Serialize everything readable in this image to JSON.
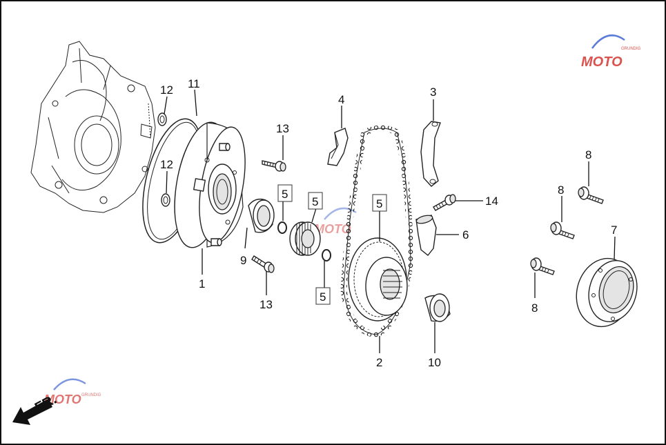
{
  "colors": {
    "line": "#222222",
    "watermark_red": "#d9534f",
    "watermark_blue": "#5a7bd8"
  },
  "watermark": {
    "text": "MOTO",
    "subtext": "GRUNDIG"
  },
  "direction_label": "FR.",
  "callouts": {
    "c1": "1",
    "c2": "2",
    "c3": "3",
    "c4": "4",
    "c5a": "5",
    "c5b": "5",
    "c5c": "5",
    "c5d": "5",
    "c6": "6",
    "c7": "7",
    "c8a": "8",
    "c8b": "8",
    "c8c": "8",
    "c9": "9",
    "c10": "10",
    "c11": "11",
    "c12a": "12",
    "c12b": "12",
    "c13a": "13",
    "c13b": "13",
    "c14": "14"
  }
}
